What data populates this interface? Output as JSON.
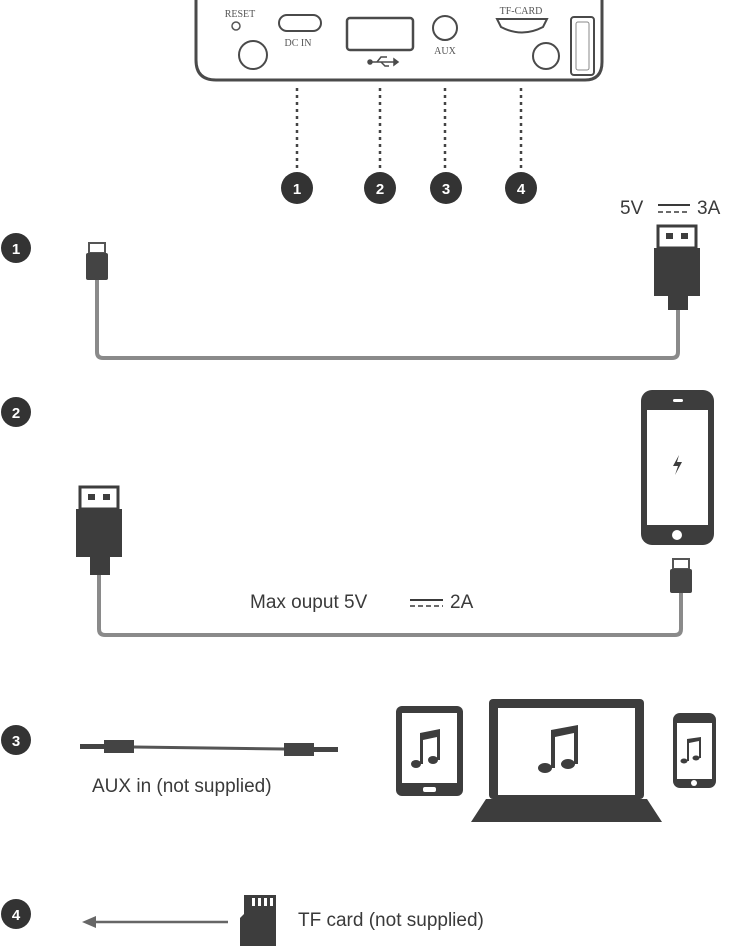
{
  "panel": {
    "reset_label": "RESET",
    "dc_in_label": "DC IN",
    "aux_label": "AUX",
    "tf_card_label": "TF-CARD"
  },
  "callouts": [
    "1",
    "2",
    "3",
    "4"
  ],
  "steps": [
    {
      "number": "1",
      "spec_left": "5V",
      "spec_right": "3A"
    },
    {
      "number": "2",
      "caption_prefix": "Max ouput 5V",
      "caption_suffix": "2A"
    },
    {
      "number": "3",
      "caption": "AUX in (not supplied)"
    },
    {
      "number": "4",
      "caption": "TF card (not supplied)"
    }
  ],
  "colors": {
    "outline": "#4a4a4a",
    "dark": "#3d3d3d",
    "cable": "#8a8a8a",
    "badge": "#333333"
  },
  "icons": [
    "usb-symbol-icon",
    "lightning-icon",
    "music-note-icon",
    "arrow-left-icon"
  ]
}
